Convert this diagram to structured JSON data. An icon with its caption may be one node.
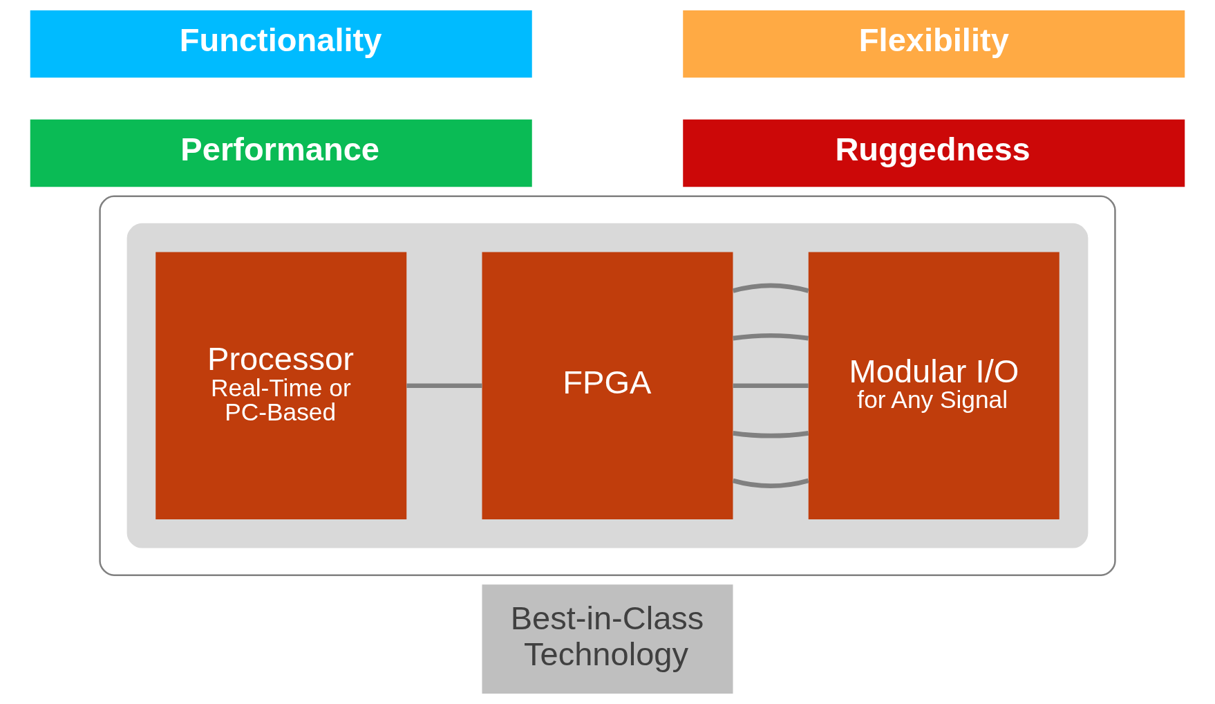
{
  "diagram": {
    "nodes": [
      {
        "text": [
          "Functionality"
        ]
      },
      {
        "text": [
          "Flexibility"
        ]
      },
      {
        "text": [
          "Performance"
        ]
      },
      {
        "text": [
          "Ruggedness"
        ]
      },
      {
        "text": [],
        "shape": "box"
      },
      {
        "text": [],
        "shape": "box",
        "in": 4
      },
      {
        "text": [
          "Processor",
          "Real-Time or PC-Based"
        ],
        "in": 5
      },
      {
        "text": [
          "FPGA"
        ],
        "in": 5
      },
      {
        "text": [
          "Modular I/O",
          "for Any Signal"
        ],
        "in": 5
      },
      {
        "text": [
          "Best-in-Class Technology"
        ]
      }
    ],
    "edges": [
      {
        "from": 6,
        "to": 7,
        "arrow": "none"
      },
      {
        "from": 7,
        "to": 8,
        "arrow": "none"
      },
      {
        "from": 7,
        "to": 8,
        "arrow": "none"
      },
      {
        "from": 7,
        "to": 8,
        "arrow": "none"
      },
      {
        "from": 7,
        "to": 8,
        "arrow": "none"
      },
      {
        "from": 7,
        "to": 8,
        "arrow": "none"
      }
    ]
  }
}
